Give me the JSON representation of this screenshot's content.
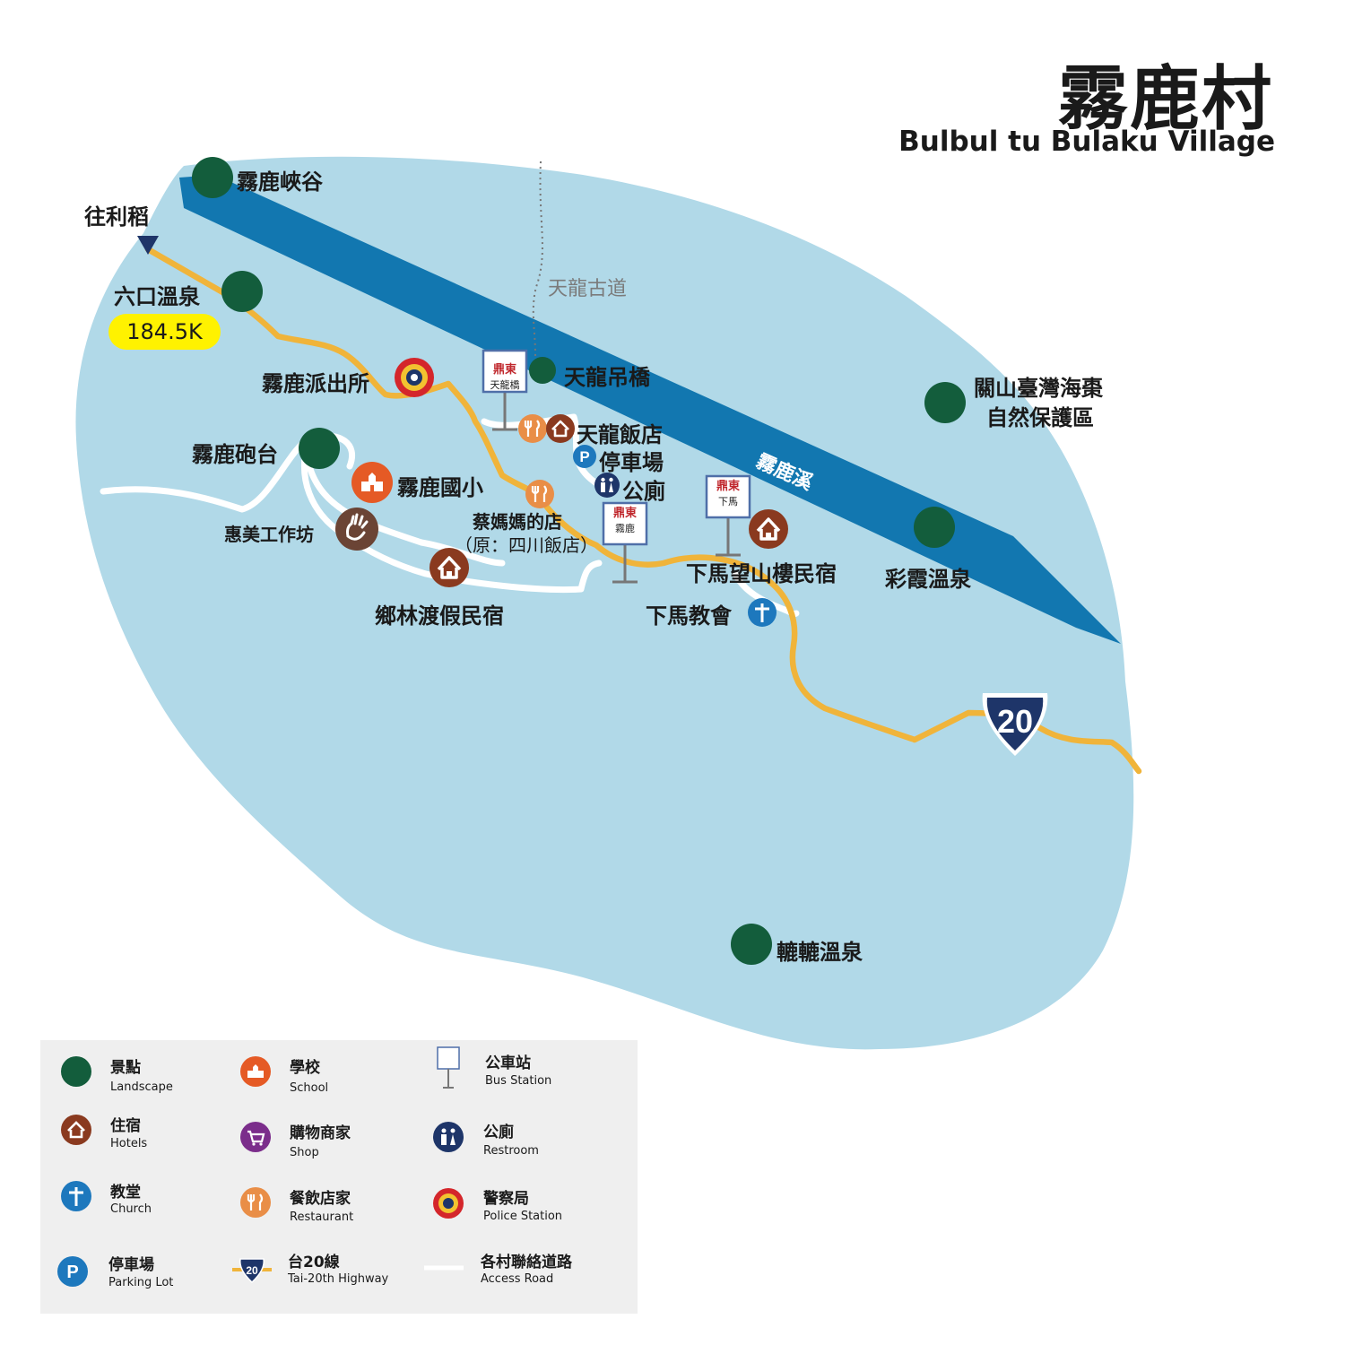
{
  "title": "霧鹿村",
  "subtitle": "Bulbul tu Bulaku Village",
  "km_marker": "184.5K",
  "highway_number": "20",
  "colors": {
    "land": "#b1d9e8",
    "river": "#1277b0",
    "highway": "#f0b43a",
    "access_road": "#ffffff",
    "landscape": "#135d3c",
    "hotel": "#8a3a1f",
    "school": "#e55a25",
    "restaurant": "#e98e47",
    "church_parking": "#1d78bd",
    "restroom": "#1e3569",
    "shield": "#1e3569",
    "km_marker": "#fff200"
  },
  "labels": {
    "wulu_gorge": "霧鹿峽谷",
    "to_lidao": "往利稻",
    "liukou_hotspring": "六口溫泉",
    "tianlong_trail": "天龍古道",
    "tianlong_bridge": "天龍吊橋",
    "police_station": "霧鹿派出所",
    "tianlong_hotel": "天龍飯店",
    "parking": "停車場",
    "restroom": "公廁",
    "wulu_fort": "霧鹿砲台",
    "wulu_school": "霧鹿國小",
    "cai_mama_line1": "蔡媽媽的店",
    "cai_mama_line2": "（原：四川飯店）",
    "huimei_workshop": "惠美工作坊",
    "xianglin_bnb": "鄉林渡假民宿",
    "xiama_bnb": "下馬望山樓民宿",
    "xiama_church": "下馬教會",
    "guanshan_line1": "關山臺灣海棗",
    "guanshan_line2": "自然保護區",
    "caixia_hotspring": "彩霞溫泉",
    "river_name": "霧鹿溪",
    "lulu_hotspring": "轆轆溫泉"
  },
  "bus_stops": [
    {
      "brand": "鼎東",
      "name": "天龍橋"
    },
    {
      "brand": "鼎東",
      "name": "下馬"
    },
    {
      "brand": "鼎東",
      "name": "霧鹿"
    }
  ],
  "legend": [
    {
      "icon": "landscape-icon",
      "zh": "景點",
      "en": "Landscape"
    },
    {
      "icon": "school-icon",
      "zh": "學校",
      "en": "School"
    },
    {
      "icon": "bus-station-icon",
      "zh": "公車站",
      "en": "Bus Station"
    },
    {
      "icon": "hotel-icon",
      "zh": "住宿",
      "en": "Hotels"
    },
    {
      "icon": "shop-icon",
      "zh": "購物商家",
      "en": "Shop"
    },
    {
      "icon": "restroom-icon",
      "zh": "公廁",
      "en": "Restroom"
    },
    {
      "icon": "church-icon",
      "zh": "教堂",
      "en": "Church"
    },
    {
      "icon": "restaurant-icon",
      "zh": "餐飲店家",
      "en": "Restaurant"
    },
    {
      "icon": "police-icon",
      "zh": "警察局",
      "en": "Police Station"
    },
    {
      "icon": "parking-icon",
      "zh": "停車場",
      "en": "Parking Lot"
    },
    {
      "icon": "highway-icon",
      "zh": "台20線",
      "en": "Tai-20th Highway"
    },
    {
      "icon": "access-road-icon",
      "zh": "各村聯絡道路",
      "en": "Access Road"
    }
  ]
}
